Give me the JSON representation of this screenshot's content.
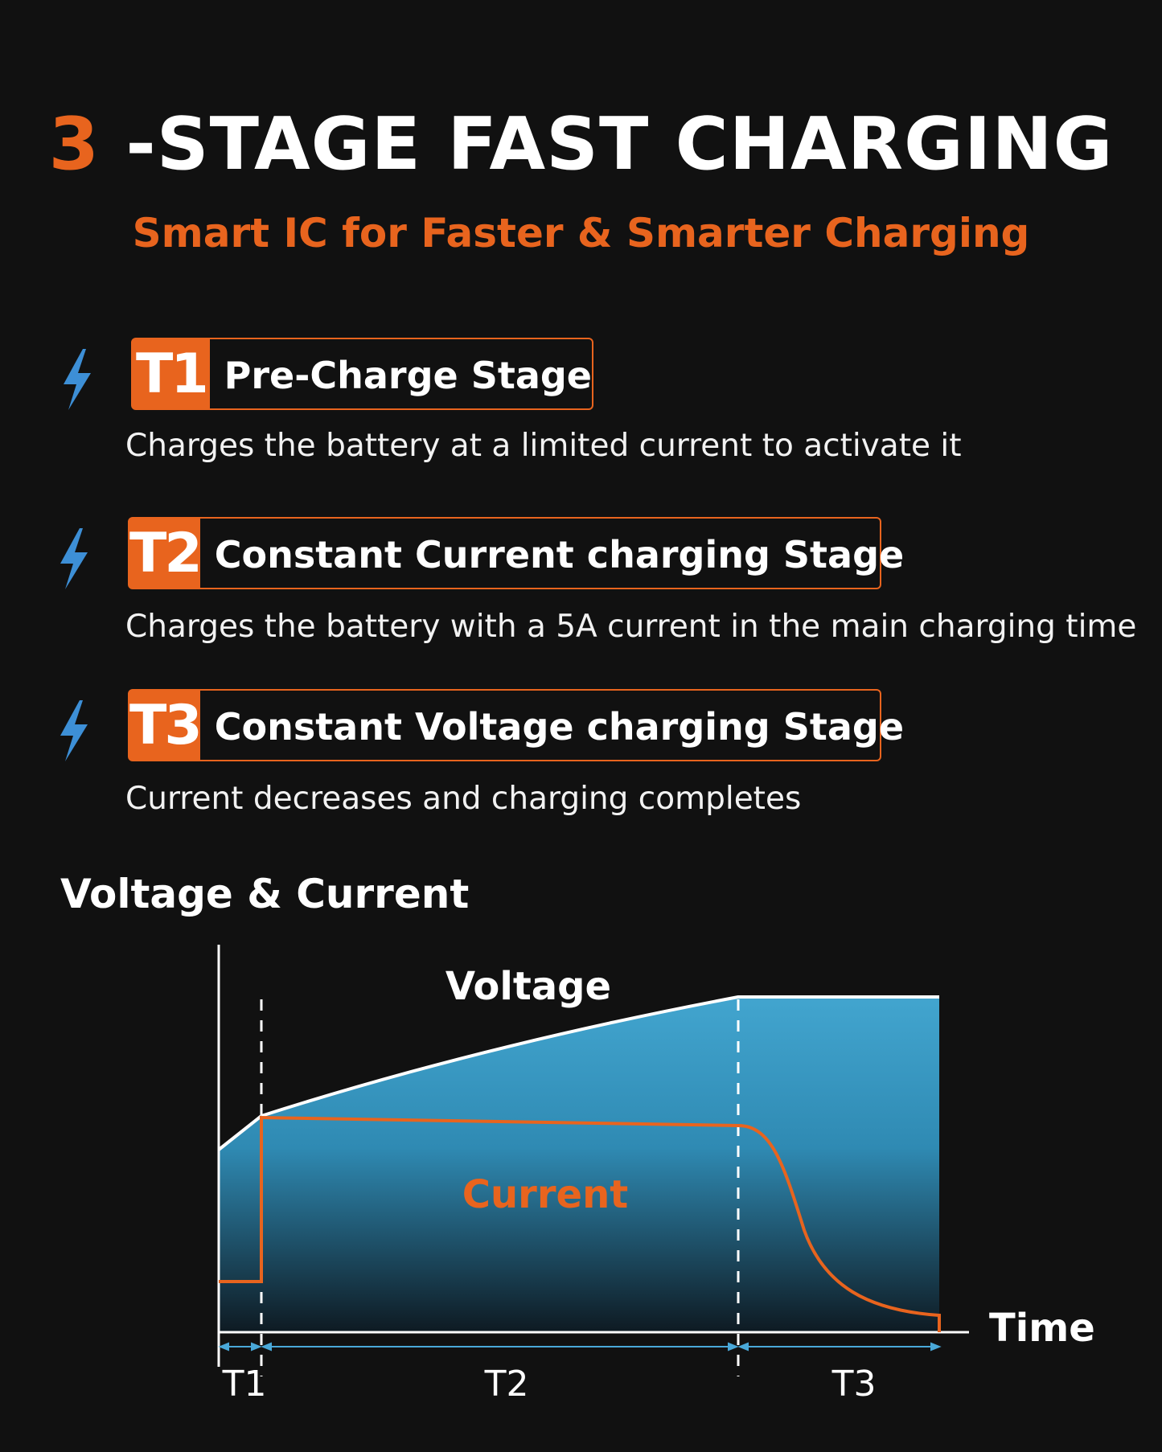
{
  "header": {
    "title_number": "3",
    "title_rest": "-STAGE FAST CHARGING",
    "subtitle": "Smart IC for Faster & Smarter Charging"
  },
  "stages": [
    {
      "badge": "T1",
      "name": "Pre-Charge Stage",
      "description": "Charges the battery at a limited current to activate it"
    },
    {
      "badge": "T2",
      "name": "Constant Current charging Stage",
      "description": "Charges the battery with a 5A current in the main charging time"
    },
    {
      "badge": "T3",
      "name": "Constant Voltage charging Stage",
      "description": "Current decreases and charging completes"
    }
  ],
  "icons": {
    "stage_icon": "lightning-bolt-icon"
  },
  "colors": {
    "background": "#111111",
    "accent": "#e8641e",
    "bolt": "#3d8fd6",
    "voltage_fill_top": "#42a5cf",
    "voltage_fill_bottom": "#0e1a22",
    "text": "#ffffff"
  },
  "chart_heading": "Voltage & Current",
  "chart_data": {
    "type": "area",
    "voltage_label": "Voltage",
    "current_label": "Current",
    "x_axis_label": "Time",
    "stage_labels": [
      "T1",
      "T2",
      "T3"
    ]
  }
}
